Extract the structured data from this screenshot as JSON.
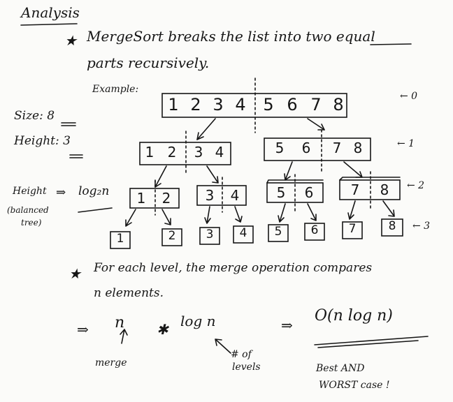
{
  "title": "Analysis",
  "bullet1": {
    "star": "★",
    "line1": "MergeSort breaks the list into two equal",
    "line2": "parts recursively."
  },
  "example_label": "Example:",
  "size_label": "Size: 8",
  "height_label": "Height: 3",
  "levels": {
    "l0": [
      "1",
      "2",
      "3",
      "4",
      "5",
      "6",
      "7",
      "8"
    ],
    "l1_left": [
      "1",
      "2",
      "3",
      "4"
    ],
    "l1_right": [
      "5",
      "6",
      "7",
      "8"
    ],
    "l2": [
      [
        "1",
        "2"
      ],
      [
        "3",
        "4"
      ],
      [
        "5",
        "6"
      ],
      [
        "7",
        "8"
      ]
    ],
    "l3": [
      "1",
      "2",
      "3",
      "4",
      "5",
      "6",
      "7",
      "8"
    ]
  },
  "level_markers": [
    "← 0",
    "← 1",
    "← 2",
    "← 3"
  ],
  "height_formula": {
    "label": "Height",
    "arrow": "⇒",
    "expr": "log₂n",
    "note_line1": "(balanced",
    "note_line2": "tree)"
  },
  "bullet2": {
    "star": "★",
    "line1": "For each level, the merge operation compares",
    "line2": "n elements."
  },
  "bottom": {
    "arrow": "⇒",
    "n": "n",
    "times": "✱",
    "logn": "log n",
    "arrow2": "⇒",
    "result": "O(n log n)",
    "merge_label": "merge",
    "levels_label_1": "# of",
    "levels_label_2": "levels",
    "best_worst_1": "Best AND",
    "best_worst_2": "WORST case !"
  },
  "colors": {
    "ink": "#161616",
    "paper": "#fbfbf9"
  }
}
